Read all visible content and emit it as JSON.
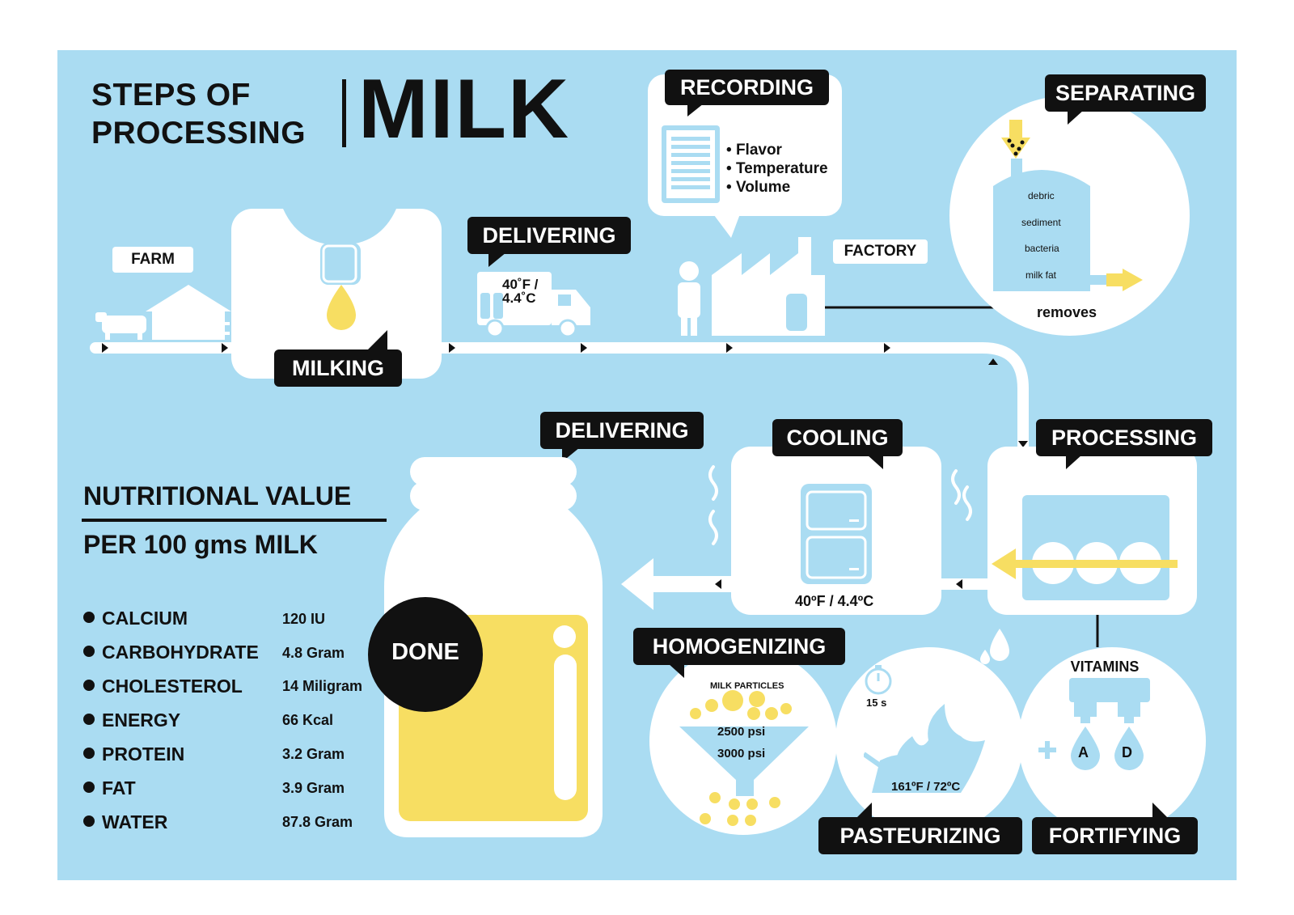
{
  "title": {
    "line1": "STEPS OF",
    "line2": "PROCESSING",
    "main": "MILK"
  },
  "labels": {
    "farm": "FARM",
    "milking": "MILKING",
    "delivering_1": "DELIVERING",
    "truck_temp": "40˚F /\n4.4˚C",
    "recording": "RECORDING",
    "recording_items": [
      "Flavor",
      "Temperature",
      "Volume"
    ],
    "factory": "FACTORY",
    "separating": "SEPARATING",
    "separating_layers": [
      "debric",
      "sediment",
      "bacteria",
      "milk fat"
    ],
    "removes": "removes",
    "processing": "PROCESSING",
    "cooling": "COOLING",
    "cooling_temp": "40ºF / 4.4ºC",
    "delivering_2": "DELIVERING",
    "homogenizing": "HOMOGENIZING",
    "milk_particles": "MILK PARTICLES",
    "psi_1": "2500 psi",
    "psi_2": "3000 psi",
    "pasteurizing": "PASTEURIZING",
    "timer": "15 s",
    "pasteurizing_temp": "161ºF / 72ºC",
    "fortifying": "FORTIFYING",
    "vitamins": "VITAMINS",
    "vitamin_a": "A",
    "vitamin_d": "D",
    "done": "DONE"
  },
  "nutrition": {
    "heading": "NUTRITIONAL VALUE",
    "subheading": "PER 100 gms MILK",
    "items": [
      {
        "name": "CALCIUM",
        "value": "120 IU"
      },
      {
        "name": "CARBOHYDRATE",
        "value": "4.8 Gram"
      },
      {
        "name": "CHOLESTEROL",
        "value": "14 Miligram"
      },
      {
        "name": "ENERGY",
        "value": "66 Kcal"
      },
      {
        "name": "PROTEIN",
        "value": "3.2 Gram"
      },
      {
        "name": "FAT",
        "value": "3.9 Gram"
      },
      {
        "name": "WATER",
        "value": "87.8 Gram"
      }
    ]
  },
  "colors": {
    "background": "#aadcf2",
    "milk_yellow": "#f7de62",
    "dark": "#111111",
    "white": "#ffffff"
  }
}
